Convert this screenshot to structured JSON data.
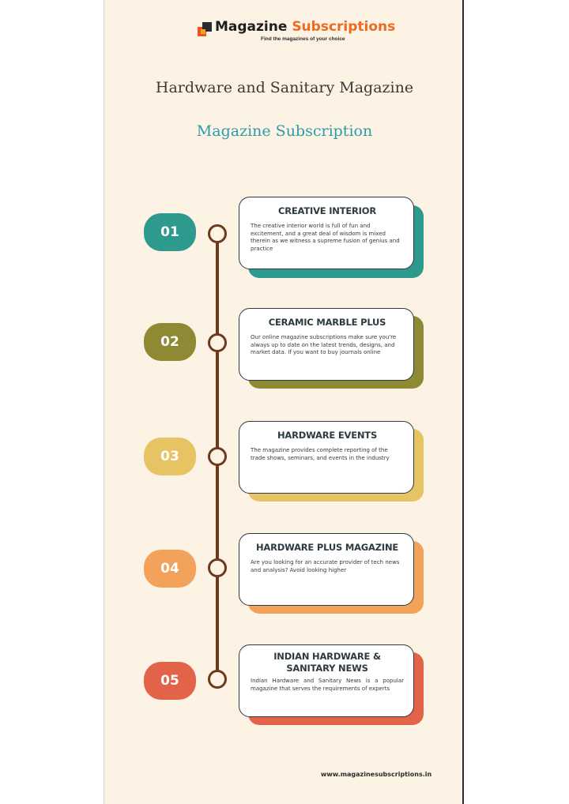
{
  "logo": {
    "title_part1": "Magazine",
    "title_part2": "Subscriptions",
    "tagline": "Find the magazines of your choice"
  },
  "headline": "Hardware and Sanitary Magazine",
  "subheadline": "Magazine Subscription",
  "colors": {
    "teal": "#2e9a8e",
    "olive": "#8e8a33",
    "mustard": "#e7c463",
    "orange": "#f2a25b",
    "red": "#e3634a",
    "timeline": "#6b3a1c",
    "background": "#fcf3e5"
  },
  "items": [
    {
      "number": "01",
      "title": "CREATIVE INTERIOR",
      "text": "The creative interior world is full of fun and excitement, and a great deal of wisdom is mixed therein as we witness a supreme fusion of genius and practice"
    },
    {
      "number": "02",
      "title": "CERAMIC MARBLE PLUS",
      "text": "Our online magazine subscriptions make sure you're always up to date on the latest trends, designs, and market data. If you want to buy journals online"
    },
    {
      "number": "03",
      "title": "HARDWARE EVENTS",
      "text": "The magazine provides complete reporting of the trade shows, seminars, and events in the industry"
    },
    {
      "number": "04",
      "title": "HARDWARE PLUS MAGAZINE",
      "text": "Are you looking for an accurate provider of tech news and analysis? Avoid looking higher"
    },
    {
      "number": "05",
      "title": "INDIAN HARDWARE & SANITARY NEWS",
      "text": "Indian Hardware and Sanitary News is a popular magazine that serves the requirements of experts"
    }
  ],
  "footer": {
    "url": "www.magazinesubscriptions.in"
  }
}
